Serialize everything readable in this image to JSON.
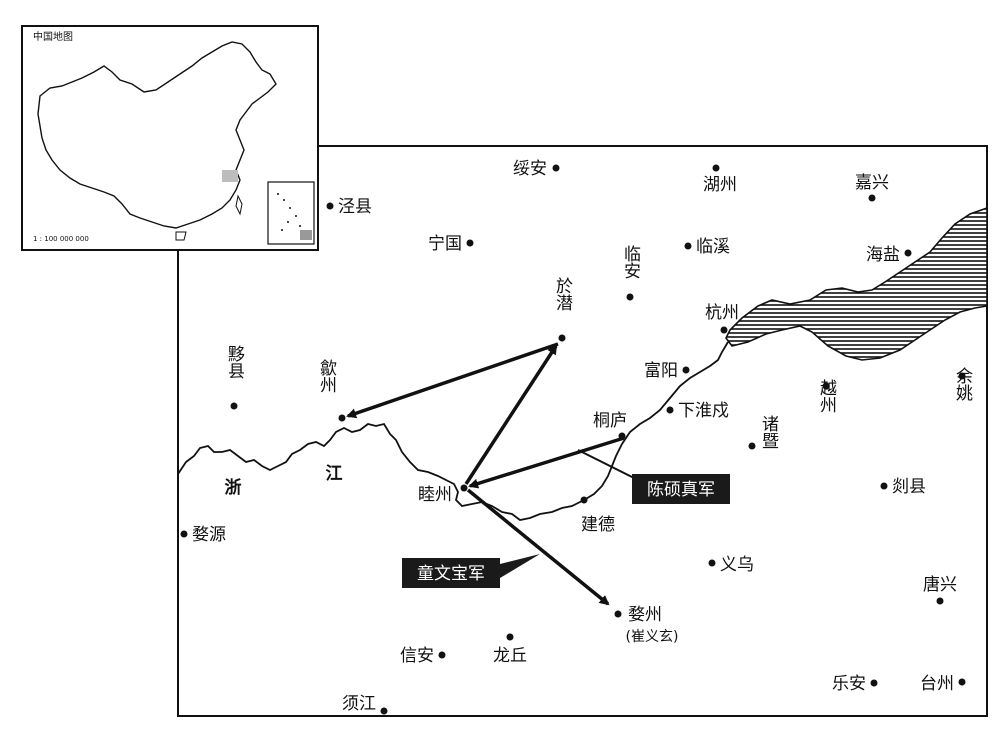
{
  "inset": {
    "title": "中国地图",
    "scale": "1 : 100 000 000"
  },
  "rivers": {
    "char1": "浙",
    "char2": "江"
  },
  "cities": {
    "suian": "绥安",
    "huzhou": "湖州",
    "jiaxing": "嘉兴",
    "jingxian": "泾县",
    "ningguo": "宁国",
    "linxi": "临溪",
    "haiyan": "海盐",
    "linan": "临安",
    "yuqian": "於潜",
    "hangzhou": "杭州",
    "fuyang": "富阳",
    "yixian": "黟县",
    "shezhou": "歙州",
    "tonglu": "桐庐",
    "xiahuaishu": "下淮戍",
    "yuezhou": "越州",
    "yuyao": "余姚",
    "zhuji": "诸暨",
    "muzhou": "睦州",
    "jiande": "建德",
    "shanxian": "剡县",
    "wuyuan": "婺源",
    "yiwu": "义乌",
    "tangxing": "唐兴",
    "wuzhou": "婺州",
    "wuzhou_note": "(崔义玄)",
    "xinan": "信安",
    "longqiu": "龙丘",
    "xujiang": "须江",
    "lean": "乐安",
    "taizhou": "台州"
  },
  "armies": {
    "chen": "陈硕真军",
    "tong": "童文宝军"
  }
}
